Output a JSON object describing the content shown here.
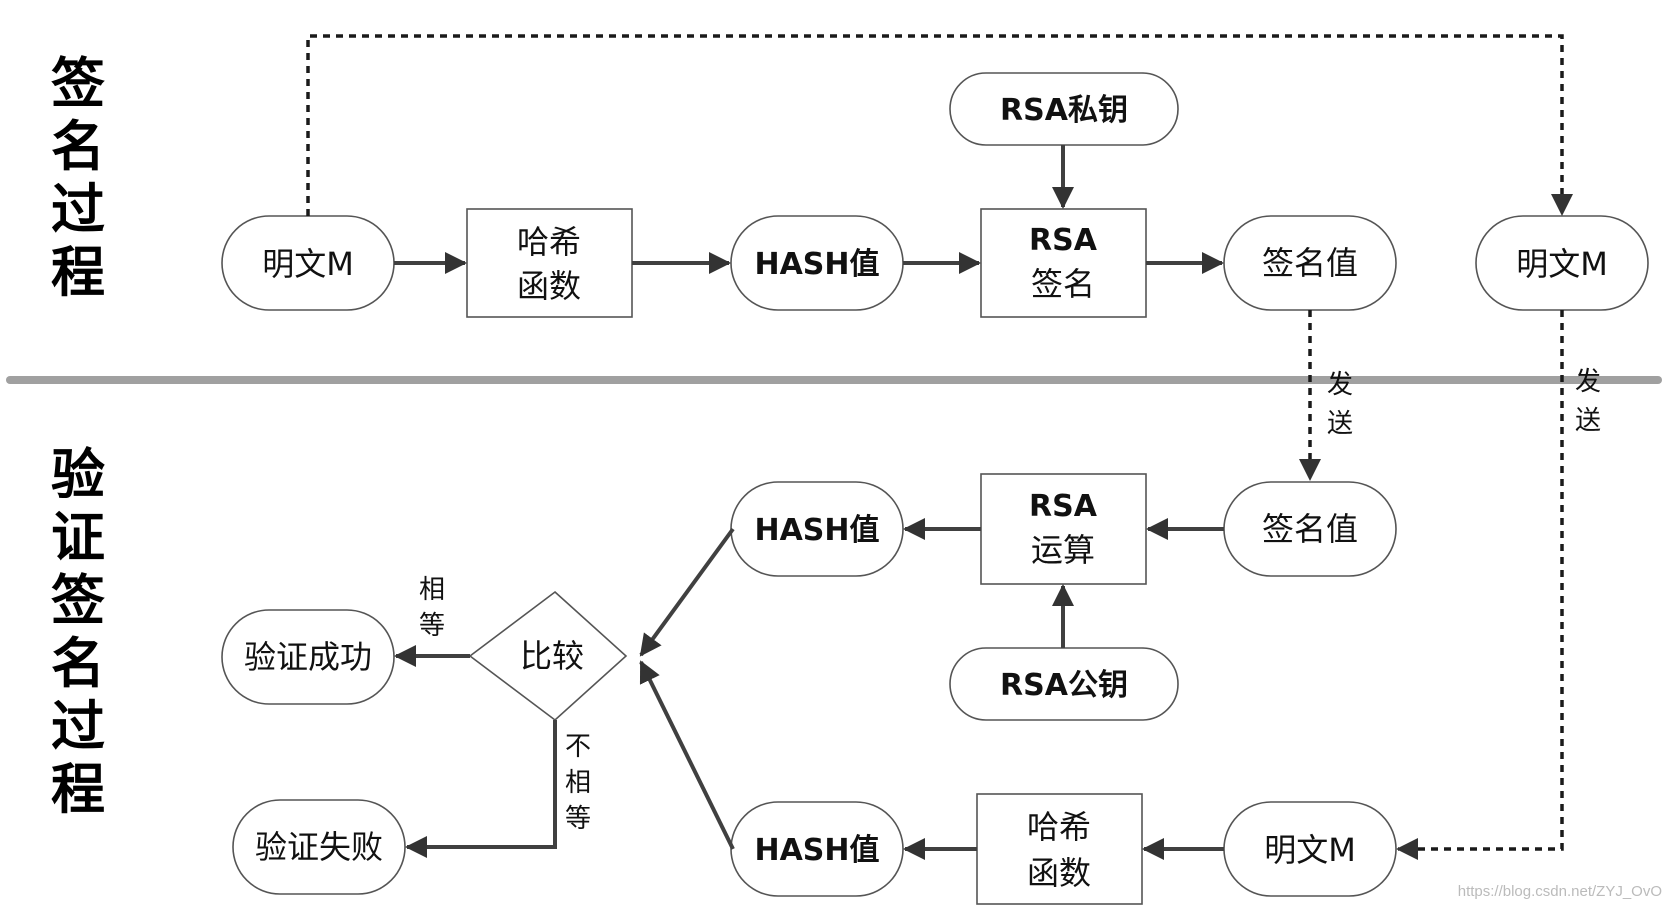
{
  "sections": {
    "sign_title": [
      "签",
      "名",
      "过",
      "程"
    ],
    "verify_title": [
      "验",
      "证",
      "签",
      "名",
      "过",
      "程"
    ]
  },
  "nodes": {
    "plaintext_top": "明文M",
    "hash_func_top": [
      "哈希",
      "函数"
    ],
    "hash_value_top": "HASH值",
    "rsa_private_key": "RSA私钥",
    "rsa_sign": [
      "RSA",
      "签名"
    ],
    "signature_top": "签名值",
    "plaintext_sent": "明文M",
    "signature_received": "签名值",
    "rsa_compute": [
      "RSA",
      "运算"
    ],
    "rsa_public_key": "RSA公钥",
    "hash_value_decrypted": "HASH值",
    "compare": "比较",
    "verify_success": "验证成功",
    "verify_fail": "验证失败",
    "hash_value_computed": "HASH值",
    "hash_func_bottom": [
      "哈希",
      "函数"
    ],
    "plaintext_received": "明文M"
  },
  "edge_labels": {
    "send_signature": [
      "发",
      "送"
    ],
    "send_plaintext": [
      "发",
      "送"
    ],
    "equal": [
      "相",
      "等"
    ],
    "not_equal": [
      "不",
      "相",
      "等"
    ]
  },
  "watermark": "https://blog.csdn.net/ZYJ_OvO"
}
